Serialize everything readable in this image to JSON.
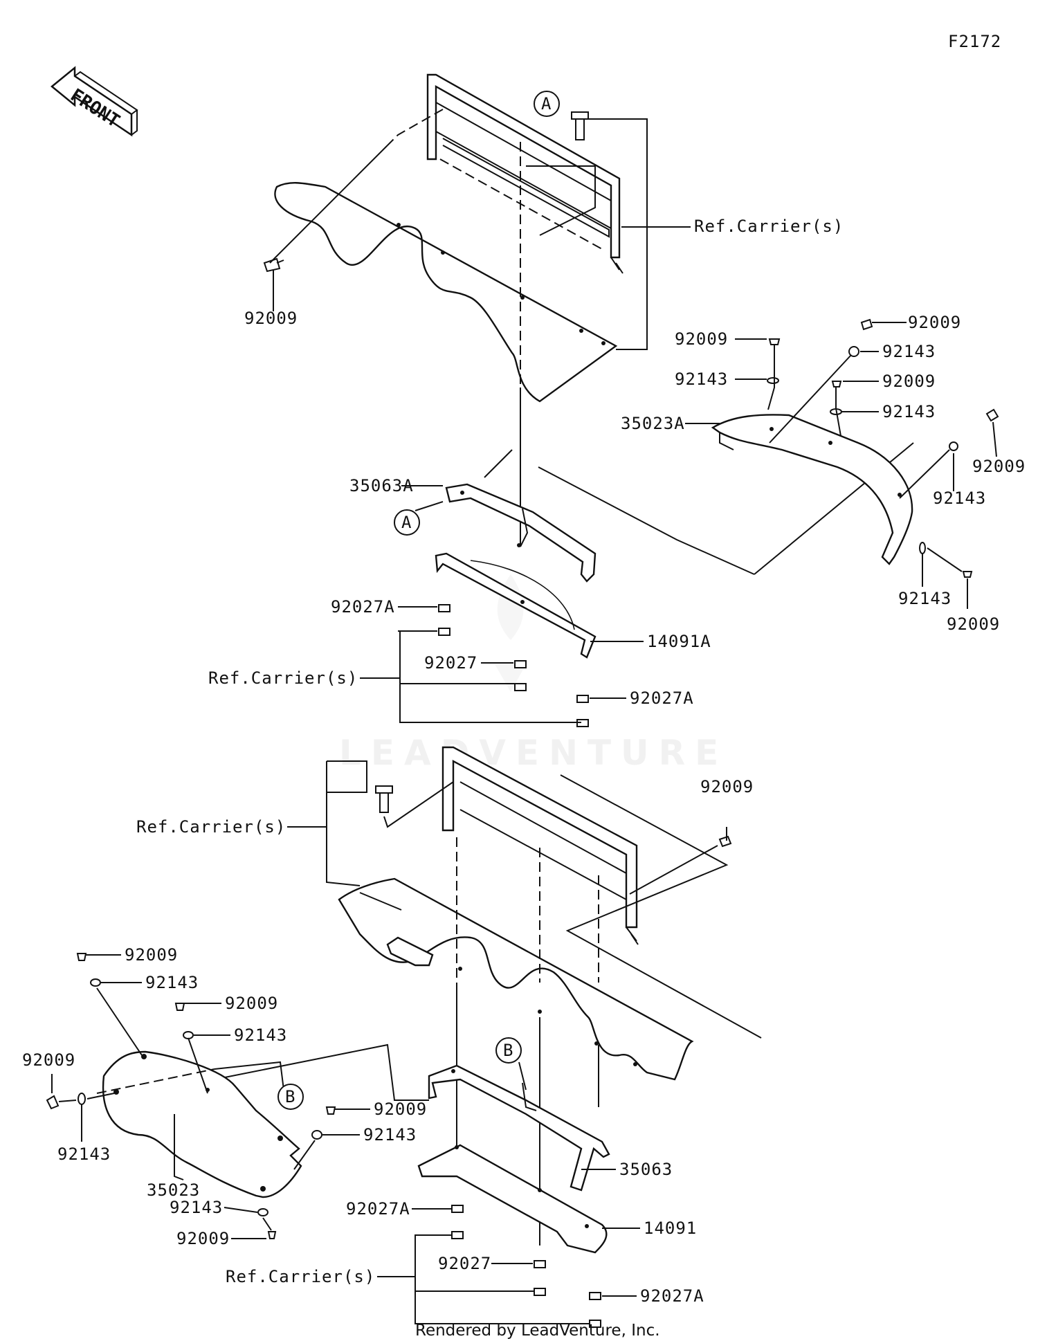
{
  "figure_code": "F2172",
  "front_indicator": "FRONT",
  "watermark": "LEADVENTURE",
  "footer": "Rendered by LeadVenture, Inc.",
  "callouts": {
    "a_top": "A",
    "a_mid": "A",
    "b_right": "B",
    "b_left": "B"
  },
  "parts": {
    "p92009_tl": "92009",
    "ref_top": "Ref.Carrier(s)",
    "p92009_r1": "92009",
    "p92009_r2": "92009",
    "p92143_r1": "92143",
    "p92143_r2": "92143",
    "p92009_r3": "92009",
    "p92143_r3": "92143",
    "p35023A": "35023A",
    "p92009_r4": "92009",
    "p92143_r4": "92143",
    "p35063A": "35063A",
    "p92143_r5": "92143",
    "p92009_r5": "92009",
    "p92027A_1": "92027A",
    "p14091A": "14091A",
    "p92027_1": "92027",
    "ref_mid": "Ref.Carrier(s)",
    "p92027A_2": "92027A",
    "p92009_lm": "92009",
    "ref_low": "Ref.Carrier(s)",
    "p92009_l1": "92009",
    "p92143_l1": "92143",
    "p92009_l2": "92009",
    "p92143_l2": "92143",
    "p92009_l3": "92009",
    "p92143_l3": "92143",
    "p35023": "35023",
    "p92009_l4": "92009",
    "p92143_l4": "92143",
    "p35063": "35063",
    "p92143_l5": "92143",
    "p92009_l5": "92009",
    "p92027A_3": "92027A",
    "p14091": "14091",
    "p92027_2": "92027",
    "ref_bot": "Ref.Carrier(s)",
    "p92027A_4": "92027A"
  }
}
